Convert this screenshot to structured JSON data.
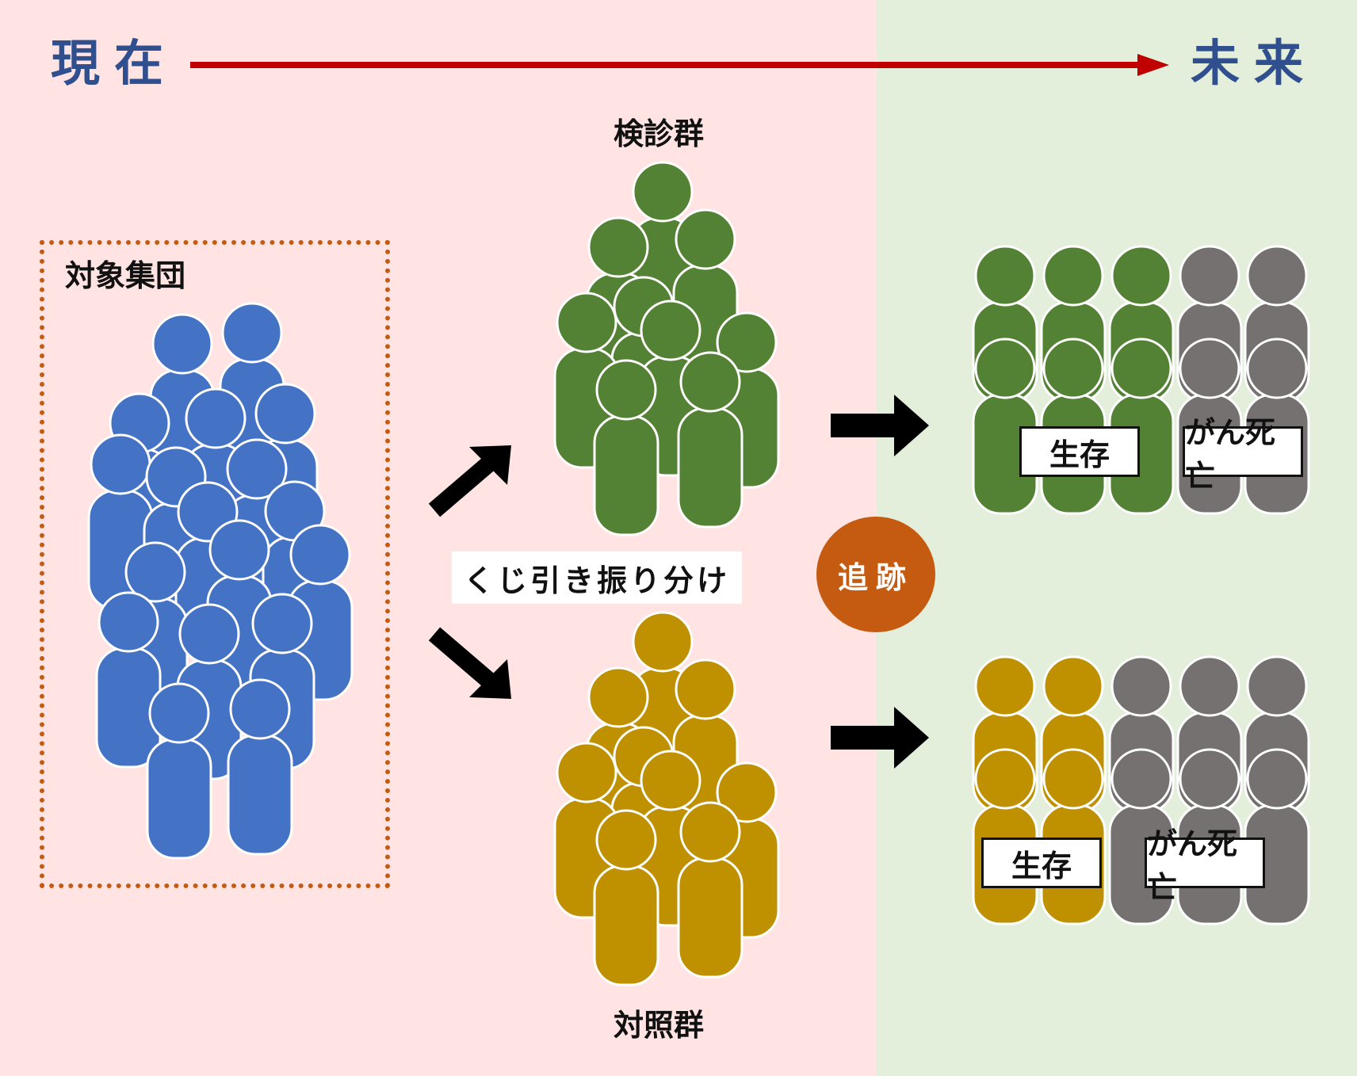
{
  "timeline": {
    "start": "現在",
    "end": "未来"
  },
  "labels": {
    "cohort": "対象集団",
    "screening_group": "検診群",
    "control_group": "対照群",
    "randomization": "くじ引き振り分け",
    "follow_up": "追跡"
  },
  "outcomes": {
    "screening": {
      "survival": "生存",
      "cancer_death": "がん死亡"
    },
    "control": {
      "survival": "生存",
      "cancer_death": "がん死亡"
    }
  },
  "colors": {
    "background_present": "#ffe4e3",
    "background_future": "#e3efdb",
    "cohort_people": "#4472c4",
    "screening_people": "#548235",
    "control_people": "#bf9000",
    "death_people": "#767171",
    "timeline_arrow": "#c00000",
    "follow_up_circle": "#c55a11",
    "cohort_box_border": "#c55a11"
  }
}
